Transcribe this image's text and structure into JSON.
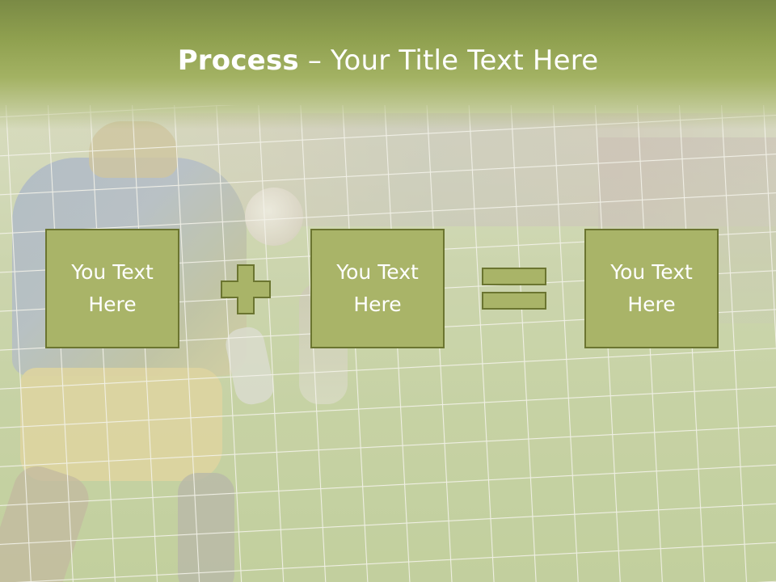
{
  "slide": {
    "title_bold": "Process",
    "title_rest": " – Your Title Text Here"
  },
  "process": {
    "boxes": [
      {
        "label": "You Text\nHere"
      },
      {
        "label": "You Text\nHere"
      },
      {
        "label": "You Text\nHere"
      }
    ],
    "operators": [
      "plus-icon",
      "equals-icon"
    ]
  },
  "colors": {
    "header": "#8fa04f",
    "box_fill": "#a9b468",
    "box_border": "#6b7530",
    "text": "#ffffff"
  }
}
